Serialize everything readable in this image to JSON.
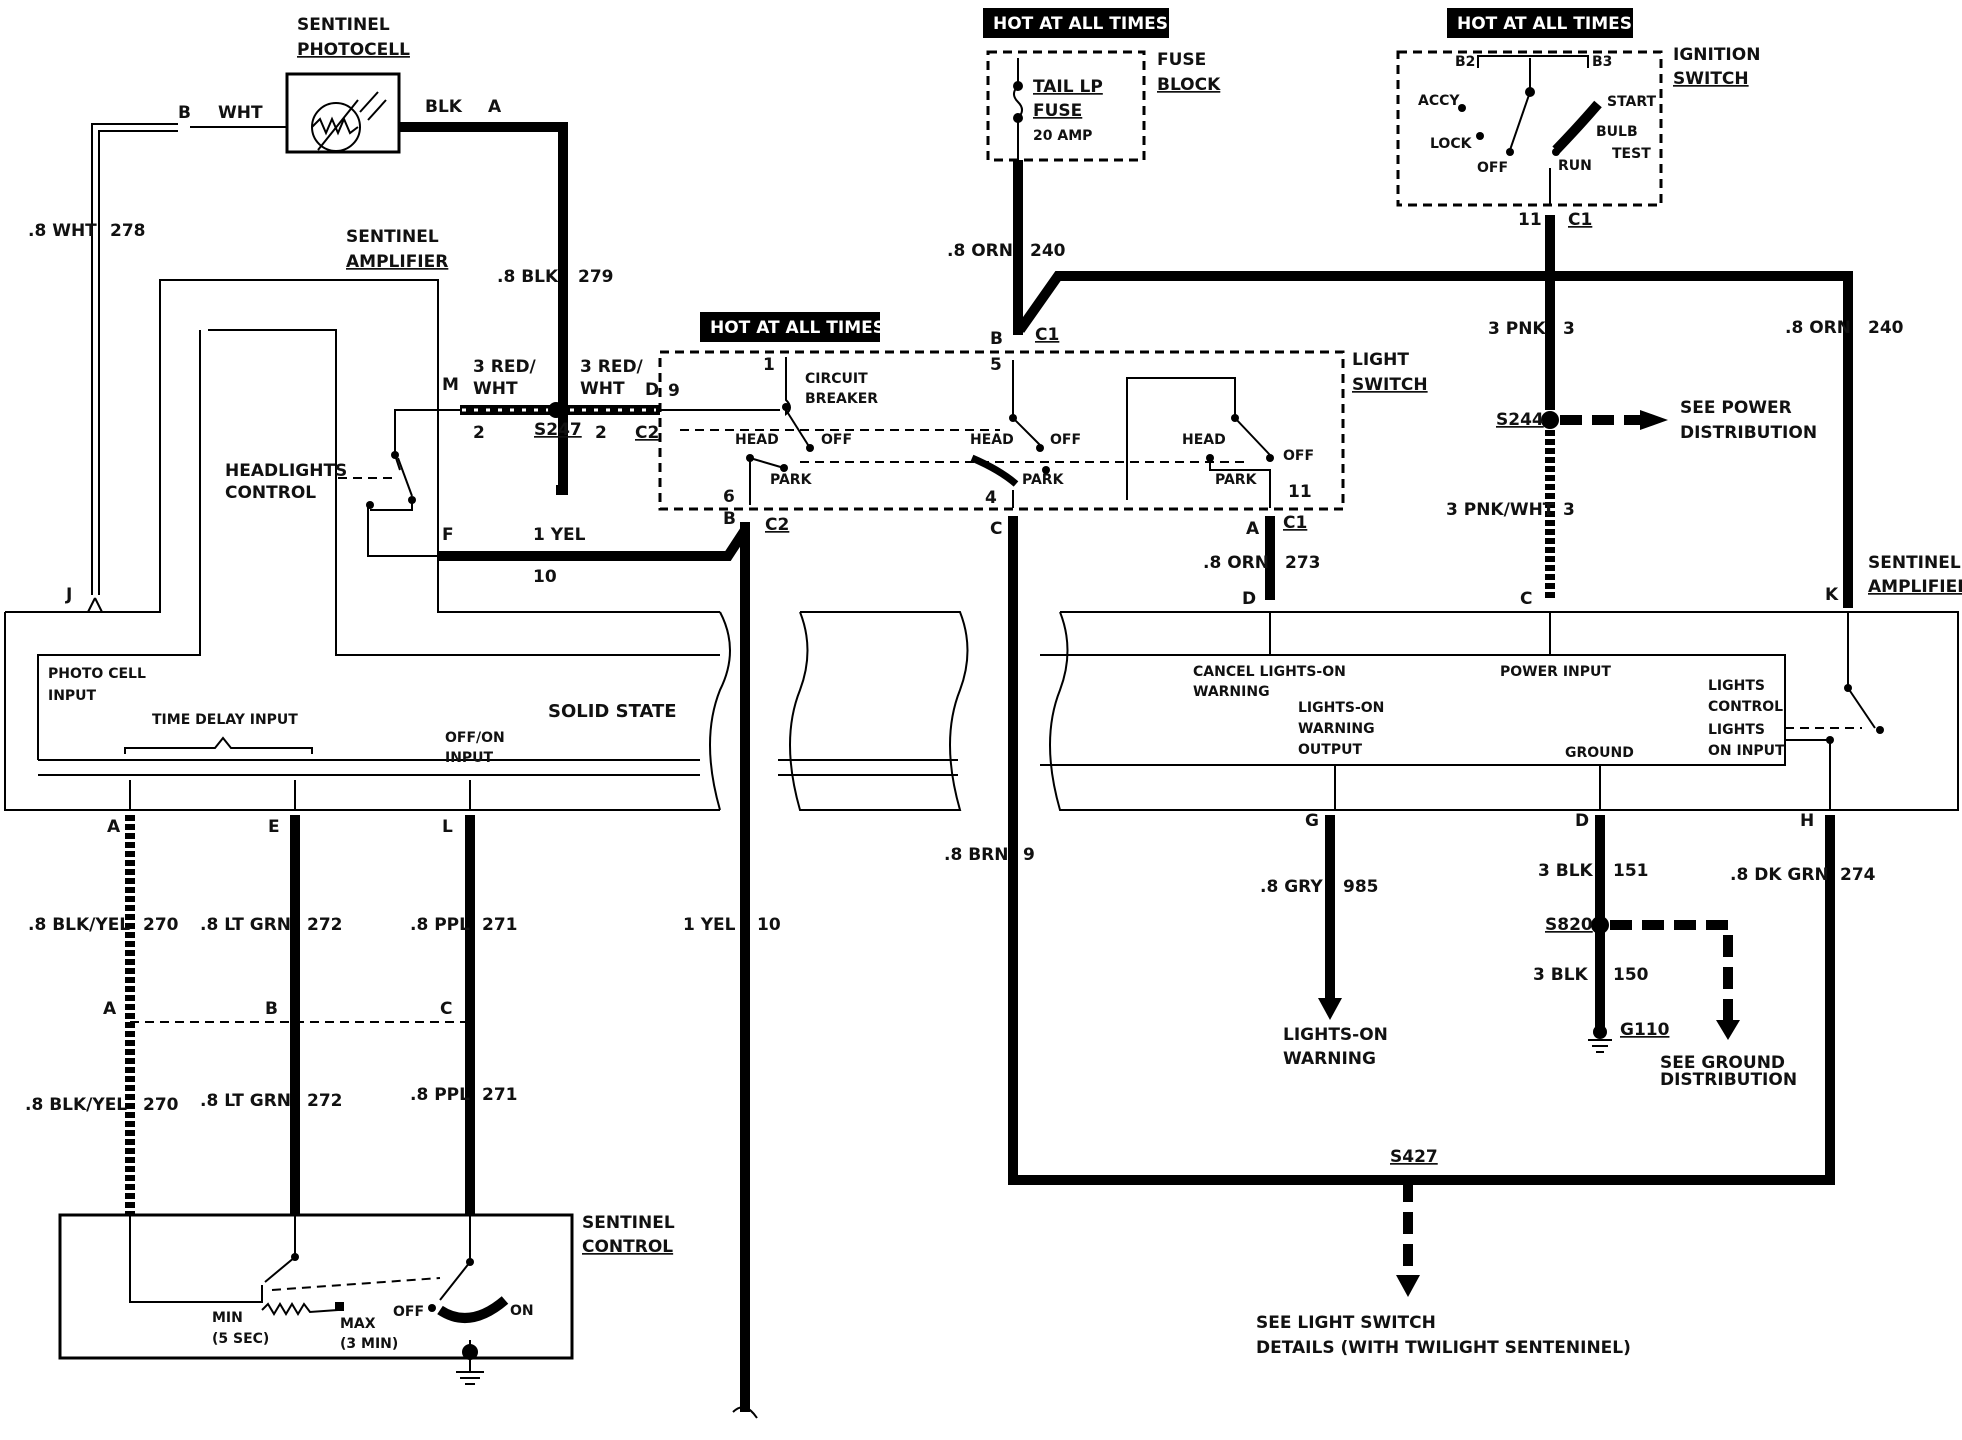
{
  "hot_label": "HOT AT ALL TIMES",
  "components": {
    "photocell": [
      "SENTINEL",
      "PHOTOCELL"
    ],
    "amp_left": [
      "SENTINEL",
      "AMPLIFIER"
    ],
    "amp_right": [
      "SENTINEL",
      "AMPLIFIER"
    ],
    "fuse_block": [
      "FUSE",
      "BLOCK"
    ],
    "fuse": [
      "TAIL LP",
      "FUSE",
      "20 AMP"
    ],
    "ignition": [
      "IGNITION",
      "SWITCH"
    ],
    "light_switch": [
      "LIGHT",
      "SWITCH"
    ],
    "control": [
      "SENTINEL",
      "CONTROL"
    ],
    "circuit_breaker": [
      "CIRCUIT",
      "BREAKER"
    ],
    "headlights_control": [
      "HEADLIGHTS",
      "CONTROL"
    ],
    "solid_state": "SOLID STATE",
    "photo_cell_input": [
      "PHOTO CELL",
      "INPUT"
    ],
    "time_delay_input": "TIME DELAY INPUT",
    "offon_input": [
      "OFF/ON",
      "INPUT"
    ],
    "cancel_warning": [
      "CANCEL LIGHTS-ON",
      "WARNING"
    ],
    "warning_output": [
      "LIGHTS-ON",
      "WARNING",
      "OUTPUT"
    ],
    "power_input": "POWER INPUT",
    "ground": "GROUND",
    "lights_control": [
      "LIGHTS",
      "CONTROL"
    ],
    "lights_on_input": [
      "LIGHTS",
      "ON INPUT"
    ]
  },
  "ignition_positions": {
    "accy": "ACCY",
    "lock": "LOCK",
    "off": "OFF",
    "run": "RUN",
    "start": "START",
    "bulb_test": [
      "BULB",
      "TEST"
    ],
    "b2": "B2",
    "b3": "B3"
  },
  "switch_positions": {
    "head": "HEAD",
    "off": "OFF",
    "park": "PARK"
  },
  "control_positions": {
    "min": [
      "MIN",
      "(5 SEC)"
    ],
    "max": [
      "MAX",
      "(3 MIN)"
    ],
    "off": "OFF",
    "on": "ON"
  },
  "wires": {
    "wht": "WHT",
    "blk": "BLK",
    "w278": [
      ".8 WHT",
      "278"
    ],
    "w279": [
      ".8 BLK",
      "279"
    ],
    "red_wht": [
      "3 RED/",
      "WHT",
      "2"
    ],
    "yel10": [
      "1 YEL",
      "10"
    ],
    "orn240": [
      ".8 ORN",
      "240"
    ],
    "pnk3": [
      "3 PNK",
      "3"
    ],
    "pnkwht3": [
      "3 PNK/WHT",
      "3"
    ],
    "orn273": [
      ".8 ORN",
      "273"
    ],
    "brn9": [
      ".8 BRN",
      "9"
    ],
    "gry985": [
      ".8 GRY",
      "985"
    ],
    "blk151": [
      "3 BLK",
      "151"
    ],
    "blk150": [
      "3 BLK",
      "150"
    ],
    "dkgrn274": [
      ".8 DK GRN",
      "274"
    ],
    "blkyel270_a": [
      ".8 BLK/YEL",
      "270"
    ],
    "blkyel270_b": [
      ".8 BLK/YEL",
      "270"
    ],
    "ltgrn272": [
      ".8 LT GRN",
      "272"
    ],
    "ppl271": [
      ".8 PPL",
      "271"
    ]
  },
  "splices": {
    "s247": "S247",
    "s244": "S244",
    "s820": "S820",
    "s427": "S427",
    "g110": "G110"
  },
  "connectors": {
    "c1": "C1",
    "c2": "C2"
  },
  "pins": {
    "A": "A",
    "B": "B",
    "C": "C",
    "D": "D",
    "E": "E",
    "F": "F",
    "G": "G",
    "H": "H",
    "J": "J",
    "K": "K",
    "L": "L",
    "M": "M",
    "n1": "1",
    "n4": "4",
    "n5": "5",
    "n6": "6",
    "n9": "9",
    "n11": "11"
  },
  "refs": {
    "power": [
      "SEE POWER",
      "DISTRIBUTION"
    ],
    "ground": [
      "SEE GROUND",
      "DISTRIBUTION"
    ],
    "warning": [
      "LIGHTS-ON",
      "WARNING"
    ],
    "light_switch": [
      "SEE LIGHT SWITCH",
      "DETAILS (WITH TWILIGHT SENTENINEL)"
    ]
  }
}
